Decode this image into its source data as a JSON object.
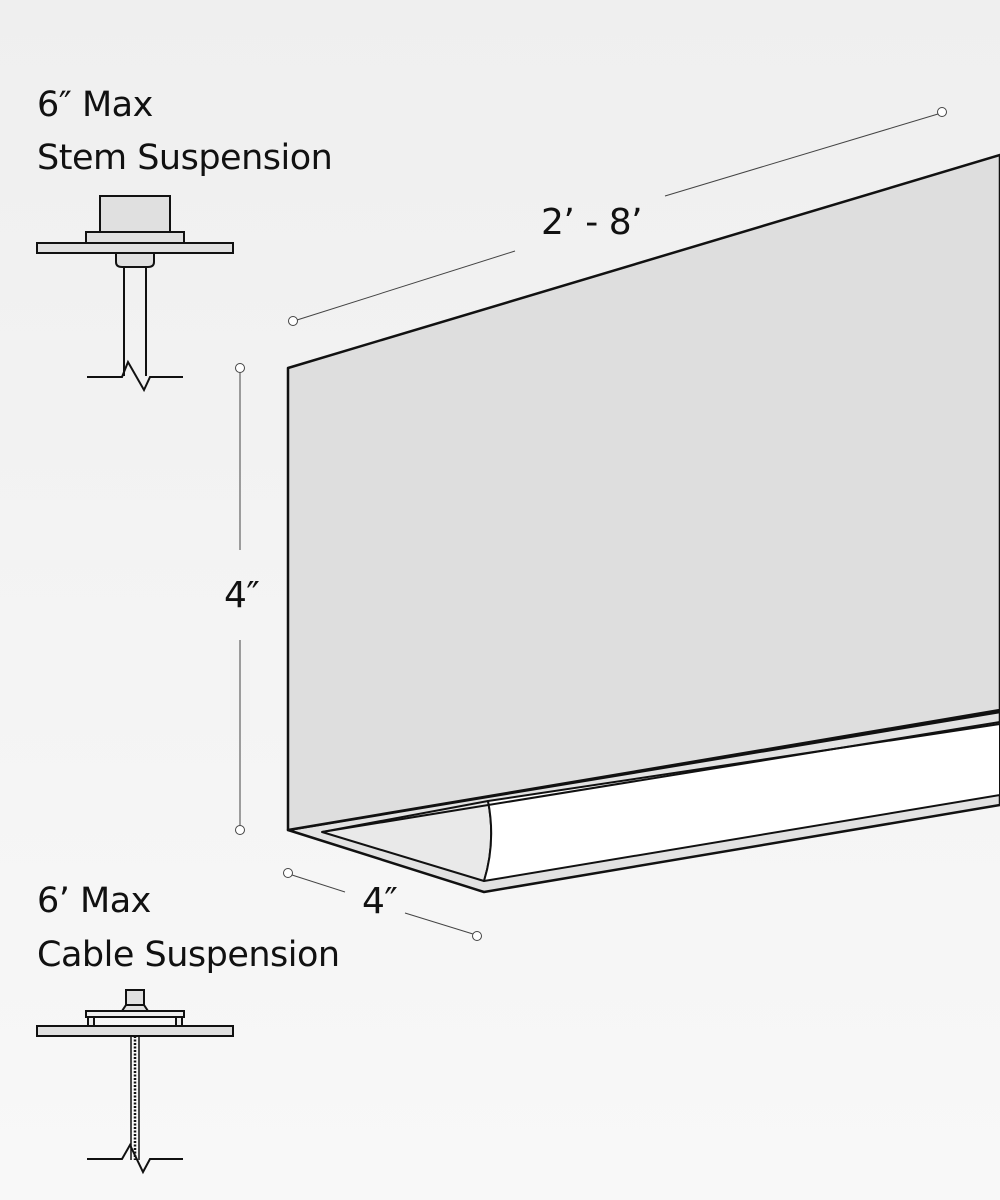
{
  "stem": {
    "max": "6″ Max",
    "title": "Stem Suspension"
  },
  "cable": {
    "max": "6’ Max",
    "title": "Cable Suspension"
  },
  "dimensions": {
    "length": "2’ - 8’",
    "height": "4″",
    "depth": "4″"
  },
  "colors": {
    "face": "#dedede",
    "diffuser": "#ffffff",
    "line": "#111111",
    "background": "#f5f5f5"
  }
}
